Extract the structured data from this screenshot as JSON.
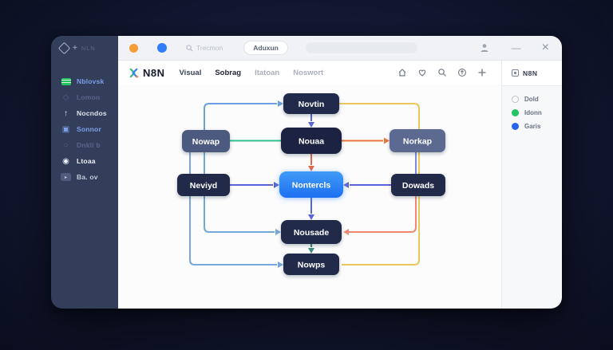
{
  "titlebar": {
    "brand": "NLN",
    "search_hint": "Trecmon",
    "action_label": "Aduxun"
  },
  "sidebar": {
    "items": [
      {
        "label": "Nblovsk",
        "icon": "workflows-icon",
        "state": "active"
      },
      {
        "label": "Lomon",
        "icon": "diamond-icon",
        "state": "dim"
      },
      {
        "label": "Nocndos",
        "icon": "arrow-up-icon",
        "state": "normal"
      },
      {
        "label": "Sonnor",
        "icon": "image-icon",
        "state": "active"
      },
      {
        "label": "Dnkli b",
        "icon": "circle-icon",
        "state": "dim"
      },
      {
        "label": "Ltoaa",
        "icon": "target-icon",
        "state": "normal"
      },
      {
        "label": "Ba. ov",
        "icon": "video-icon",
        "state": "normal"
      }
    ]
  },
  "header": {
    "logo_text": "N8N",
    "nav": [
      {
        "label": "Visual"
      },
      {
        "label": "Sobrag",
        "active": true
      },
      {
        "label": "Itatoan"
      },
      {
        "label": "Noswort"
      }
    ],
    "icons": [
      "home-icon",
      "heart-icon",
      "search-icon",
      "share-icon",
      "plus-icon"
    ]
  },
  "panel": {
    "title": "N8N",
    "legend": [
      {
        "label": "Dold",
        "style": "outline",
        "color": "#ffffff"
      },
      {
        "label": "Idonn",
        "style": "filled",
        "color": "#22c55e"
      },
      {
        "label": "Garis",
        "style": "filled",
        "color": "#2563eb"
      }
    ]
  },
  "diagram": {
    "accent": "#2f80f2",
    "nodes": [
      {
        "id": "novtin",
        "label": "Novtin",
        "style": "dark"
      },
      {
        "id": "nowap",
        "label": "Nowap",
        "style": "slate"
      },
      {
        "id": "nouaa",
        "label": "Nouaa",
        "style": "dark"
      },
      {
        "id": "norkap",
        "label": "Norkap",
        "style": "slate"
      },
      {
        "id": "neviyd",
        "label": "Neviyd",
        "style": "dark"
      },
      {
        "id": "nontercls",
        "label": "Nontercls",
        "style": "blue-active"
      },
      {
        "id": "dowads",
        "label": "Dowads",
        "style": "dark"
      },
      {
        "id": "nousade",
        "label": "Nousade",
        "style": "dark"
      },
      {
        "id": "nowps",
        "label": "Nowps",
        "style": "dark"
      }
    ],
    "edges": [
      {
        "from": "nowap",
        "to": "novtin",
        "color_key": "blue"
      },
      {
        "from": "novtin",
        "to": "nowps",
        "color_key": "yellow",
        "via": "right-rail"
      },
      {
        "from": "novtin",
        "to": "nouaa",
        "color_key": "indigo"
      },
      {
        "from": "nowap",
        "to": "nouaa",
        "color_key": "green"
      },
      {
        "from": "nouaa",
        "to": "norkap",
        "color_key": "orange"
      },
      {
        "from": "nouaa",
        "to": "nontercls",
        "color_key": "red"
      },
      {
        "from": "neviyd",
        "to": "nontercls",
        "color_key": "indigo"
      },
      {
        "from": "dowads",
        "to": "nontercls",
        "color_key": "indigo"
      },
      {
        "from": "norkap",
        "to": "dowads",
        "color_key": "purple"
      },
      {
        "from": "nontercls",
        "to": "nousade",
        "color_key": "indigo"
      },
      {
        "from": "dowads",
        "to": "nousade",
        "color_key": "salmon"
      },
      {
        "from": "nowap",
        "to": "nousade",
        "color_key": "steel"
      },
      {
        "from": "nowap",
        "to": "nowps",
        "color_key": "steel"
      },
      {
        "from": "nousade",
        "to": "nowps",
        "color_key": "teal"
      }
    ],
    "colors": {
      "steel": "#74a8da",
      "yellow": "#eac75e",
      "blue": "#6b9fe0",
      "indigo": "#5b63d8",
      "purple": "#8287e2",
      "green": "#2fbf8f",
      "orange": "#e8763e",
      "red": "#e0694a",
      "salmon": "#ef8a70",
      "teal": "#3d8a80"
    }
  }
}
